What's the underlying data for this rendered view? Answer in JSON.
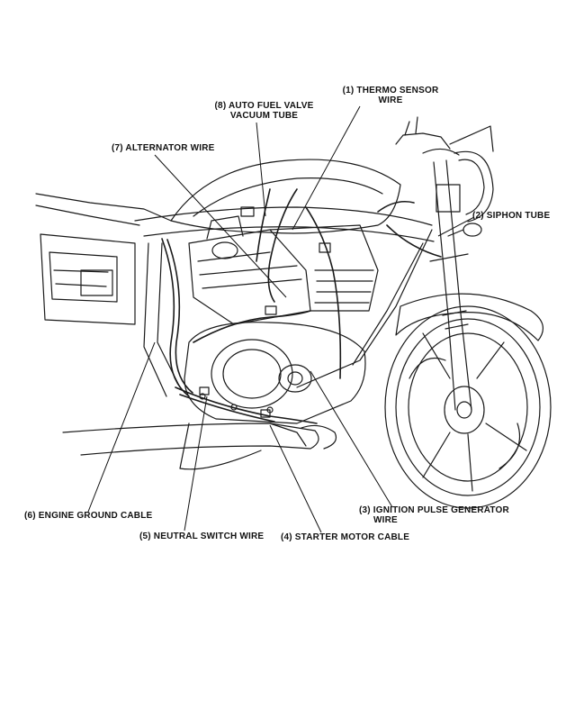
{
  "callouts": {
    "thermo_sensor": {
      "line1": "(1) THERMO SENSOR",
      "line2": "WIRE"
    },
    "siphon_tube": {
      "line1": "(2) SIPHON TUBE"
    },
    "ignition_pulse": {
      "line1": "(3) IGNITION PULSE GENERATOR",
      "line2": "WIRE"
    },
    "starter_motor": {
      "line1": "(4) STARTER MOTOR CABLE"
    },
    "neutral_switch": {
      "line1": "(5) NEUTRAL SWITCH WIRE"
    },
    "engine_ground": {
      "line1": "(6) ENGINE GROUND CABLE"
    },
    "alternator": {
      "line1": "(7) ALTERNATOR WIRE"
    },
    "auto_fuel_valve": {
      "line1": "(8) AUTO FUEL VALVE",
      "line2": "VACUUM TUBE"
    }
  },
  "colors": {
    "ink": "#111111",
    "paper": "#ffffff"
  }
}
